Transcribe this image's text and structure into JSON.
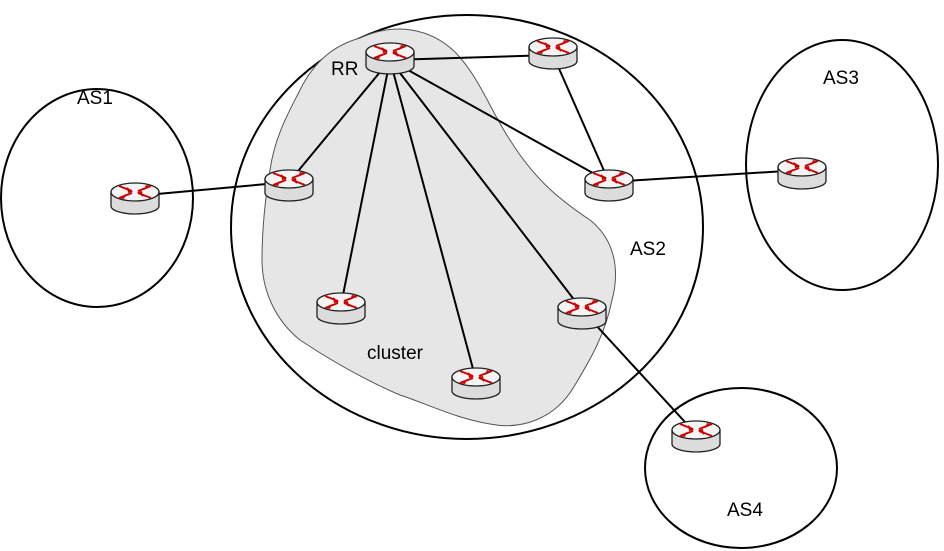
{
  "diagram": {
    "labels": {
      "as1": "AS1",
      "as2": "AS2",
      "as3": "AS3",
      "as4": "AS4",
      "rr": "RR",
      "cluster": "cluster"
    },
    "colors": {
      "outline": "#000000",
      "cluster_fill": "#e6e6e6",
      "cluster_stroke": "#555555",
      "router_arrows": "#cc0000",
      "router_body": "#f2f2f2"
    },
    "routers": [
      {
        "name": "router-rr",
        "role": "route-reflector"
      },
      {
        "name": "router-as2-top",
        "role": "non-client"
      },
      {
        "name": "router-as2-right",
        "role": "client"
      },
      {
        "name": "router-as2-left",
        "role": "client"
      },
      {
        "name": "router-as2-lower-left",
        "role": "client"
      },
      {
        "name": "router-as2-bottom",
        "role": "client"
      },
      {
        "name": "router-as2-lower-right",
        "role": "client"
      },
      {
        "name": "router-as1",
        "role": "external"
      },
      {
        "name": "router-as3",
        "role": "external"
      },
      {
        "name": "router-as4",
        "role": "external"
      }
    ],
    "links": [
      [
        "router-rr",
        "router-as2-top"
      ],
      [
        "router-as2-top",
        "router-as2-right"
      ],
      [
        "router-rr",
        "router-as2-right"
      ],
      [
        "router-rr",
        "router-as2-left"
      ],
      [
        "router-rr",
        "router-as2-lower-left"
      ],
      [
        "router-rr",
        "router-as2-bottom"
      ],
      [
        "router-rr",
        "router-as2-lower-right"
      ],
      [
        "router-as1",
        "router-as2-left"
      ],
      [
        "router-as2-right",
        "router-as3"
      ],
      [
        "router-as2-lower-right",
        "router-as4"
      ]
    ],
    "icon": "router-icon"
  }
}
